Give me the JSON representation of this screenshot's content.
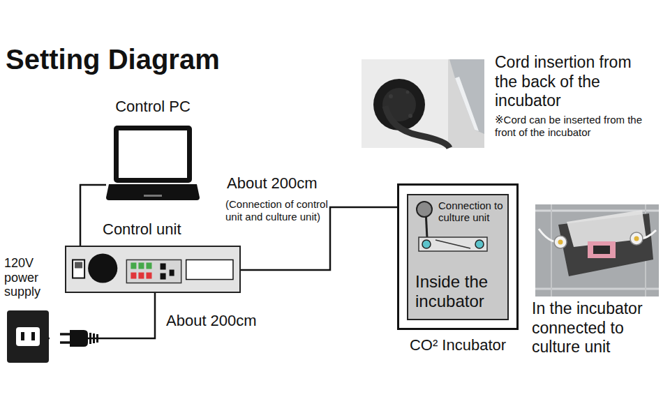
{
  "diagram": {
    "title": "Setting Diagram",
    "nodes": [
      {
        "text": [
          "Control PC"
        ]
      },
      {
        "text": [
          "Control unit"
        ]
      },
      {
        "text": [
          "120V power supply"
        ]
      },
      {
        "text": [
          "CO² Incubator"
        ]
      },
      {
        "text": [
          "Inside the incubator"
        ],
        "in": 3
      },
      {
        "text": [
          "Connection to culture unit"
        ],
        "in": 4
      }
    ],
    "edges": [
      {
        "from": 0,
        "to": 1,
        "arrow": "none"
      },
      {
        "from": 1,
        "to": 3,
        "label": "About 200cm",
        "arrow": "none"
      },
      {
        "from": 1,
        "to": 2,
        "label": "About 200cm",
        "arrow": "none"
      }
    ],
    "labels": [
      "(Connection of control unit and culture unit)",
      "Cord insertion from the back of the incubator",
      "※Cord can be inserted from the front of the incubator",
      "In the incubator connected to culture unit"
    ]
  }
}
